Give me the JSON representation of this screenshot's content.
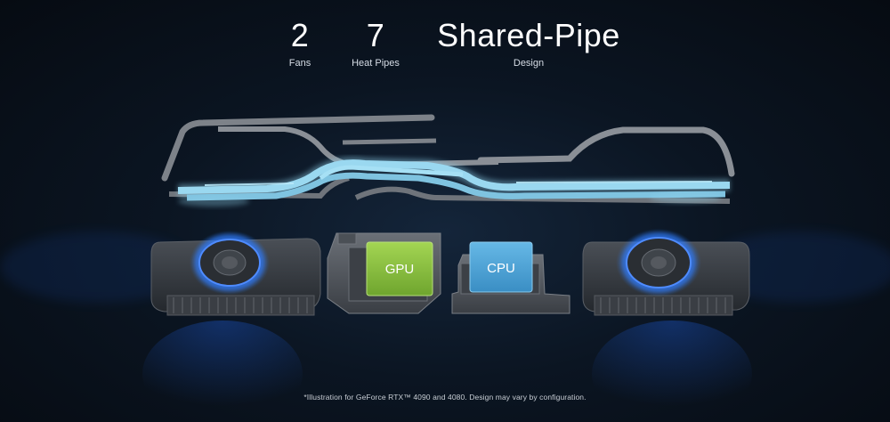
{
  "stats": [
    {
      "value": "2",
      "label": "Fans"
    },
    {
      "value": "7",
      "label": "Heat Pipes"
    },
    {
      "value": "Shared-Pipe",
      "label": "Design"
    }
  ],
  "chips": {
    "gpu_label": "GPU",
    "cpu_label": "CPU"
  },
  "disclaimer": "*Illustration for GeForce RTX™ 4090 and 4080. Design may vary by configuration.",
  "colors": {
    "background": "#0b1522",
    "pipe_highlight": "#8fd0ea",
    "gpu_chip": "#8cc63f",
    "cpu_chip": "#4aa3d6",
    "fan_glow": "#2f7dff"
  },
  "icons": [
    "fan-icon",
    "heat-pipe-icon",
    "gpu-chip-icon",
    "cpu-chip-icon"
  ]
}
